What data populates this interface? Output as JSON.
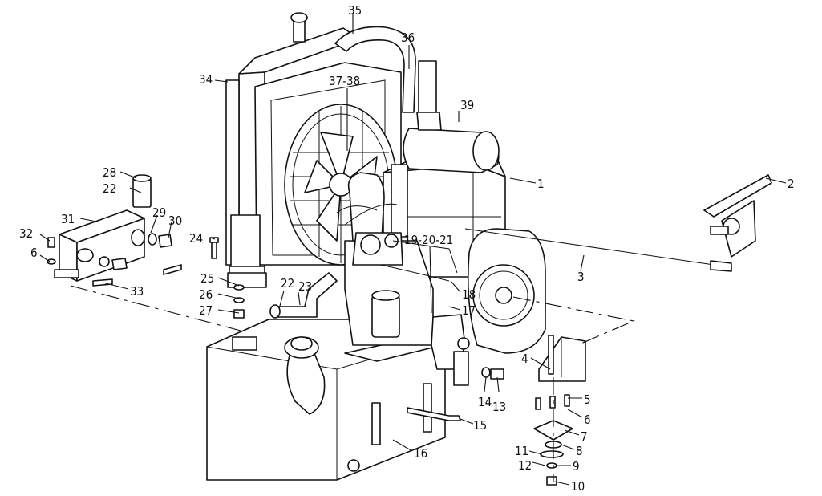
{
  "callouts": [
    {
      "id": "c1",
      "text": "1"
    },
    {
      "id": "c2",
      "text": "2"
    },
    {
      "id": "c3",
      "text": "3"
    },
    {
      "id": "c4",
      "text": "4"
    },
    {
      "id": "c5",
      "text": "5"
    },
    {
      "id": "c6a",
      "text": "6"
    },
    {
      "id": "c6b",
      "text": "6"
    },
    {
      "id": "c7",
      "text": "7"
    },
    {
      "id": "c8",
      "text": "8"
    },
    {
      "id": "c9",
      "text": "9"
    },
    {
      "id": "c10",
      "text": "10"
    },
    {
      "id": "c11",
      "text": "11"
    },
    {
      "id": "c12",
      "text": "12"
    },
    {
      "id": "c13",
      "text": "13"
    },
    {
      "id": "c14",
      "text": "14"
    },
    {
      "id": "c15",
      "text": "15"
    },
    {
      "id": "c16",
      "text": "16"
    },
    {
      "id": "c17",
      "text": "17"
    },
    {
      "id": "c18",
      "text": "18"
    },
    {
      "id": "c19",
      "text": "19-20-21"
    },
    {
      "id": "c22a",
      "text": "22"
    },
    {
      "id": "c22b",
      "text": "22"
    },
    {
      "id": "c23",
      "text": "23"
    },
    {
      "id": "c24",
      "text": "24"
    },
    {
      "id": "c25",
      "text": "25"
    },
    {
      "id": "c26",
      "text": "26"
    },
    {
      "id": "c27",
      "text": "27"
    },
    {
      "id": "c28",
      "text": "28"
    },
    {
      "id": "c29",
      "text": "29"
    },
    {
      "id": "c30",
      "text": "30"
    },
    {
      "id": "c31",
      "text": "31"
    },
    {
      "id": "c32",
      "text": "32"
    },
    {
      "id": "c33",
      "text": "33"
    },
    {
      "id": "c34",
      "text": "34"
    },
    {
      "id": "c35",
      "text": "35"
    },
    {
      "id": "c36",
      "text": "36"
    },
    {
      "id": "c37",
      "text": "37-38"
    },
    {
      "id": "c39",
      "text": "39"
    }
  ]
}
